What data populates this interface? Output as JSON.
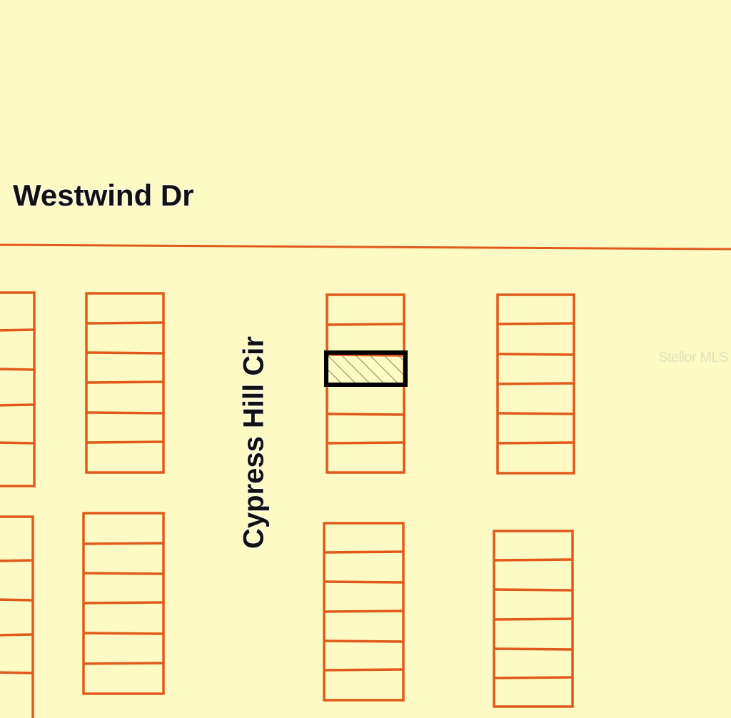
{
  "map": {
    "background_color": "#fdfac4",
    "lot_line_color": "#e05a1c",
    "road_line_color": "#e05a1c",
    "subject_parcel_color": "#000000",
    "subject_parcel_fill": "hatched",
    "streets": {
      "westwind": "Westwind Dr",
      "cypress": "Cypress Hill Cir"
    },
    "watermark": "Stellor MLS"
  }
}
